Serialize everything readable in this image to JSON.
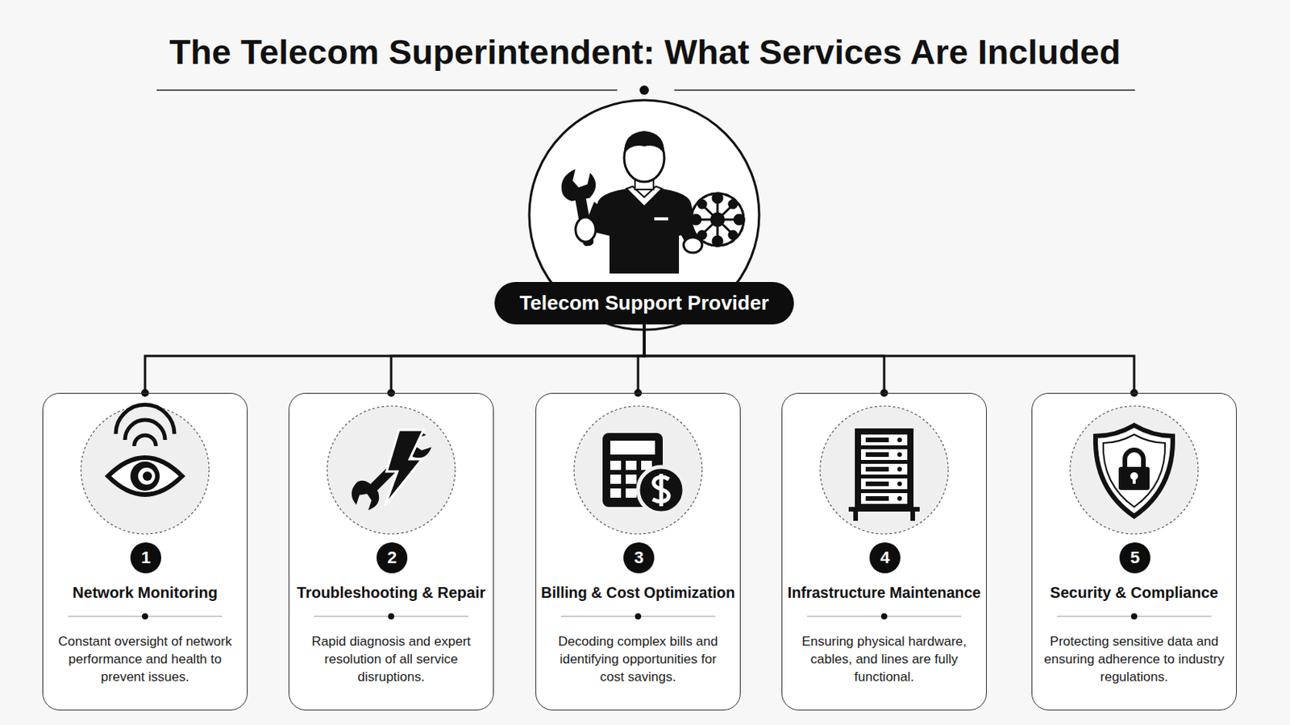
{
  "diagram": {
    "title": "The Telecom Superintendent: What Services Are Included",
    "nodes": [
      {
        "text": [
          "Telecom Support Provider"
        ]
      },
      {
        "text": [
          "Network Monitoring",
          "Constant oversight of network performance and health to prevent issues."
        ]
      },
      {
        "text": [
          "1"
        ],
        "in": 1
      },
      {
        "text": [
          "Troubleshooting & Repair",
          "Rapid diagnosis and expert resolution of all service disruptions."
        ]
      },
      {
        "text": [
          "2"
        ],
        "in": 3
      },
      {
        "text": [
          "Billing & Cost Optimization",
          "Decoding complex bills and identifying opportunities for cost savings."
        ]
      },
      {
        "text": [
          "3"
        ],
        "in": 5
      },
      {
        "text": [
          "Infrastructure Maintenance",
          "Ensuring physical hardware, cables, and lines are fully functional."
        ]
      },
      {
        "text": [
          "4"
        ],
        "in": 7
      },
      {
        "text": [
          "Security & Compliance",
          "Protecting sensitive data and ensuring adherence to industry regulations."
        ]
      },
      {
        "text": [
          "5"
        ],
        "in": 9
      }
    ],
    "edges": [
      {
        "from": 0,
        "to": 1,
        "arrow": "none"
      },
      {
        "from": 0,
        "to": 3,
        "arrow": "none"
      },
      {
        "from": 0,
        "to": 5,
        "arrow": "none"
      },
      {
        "from": 0,
        "to": 7,
        "arrow": "none"
      },
      {
        "from": 0,
        "to": 9,
        "arrow": "none"
      }
    ]
  }
}
